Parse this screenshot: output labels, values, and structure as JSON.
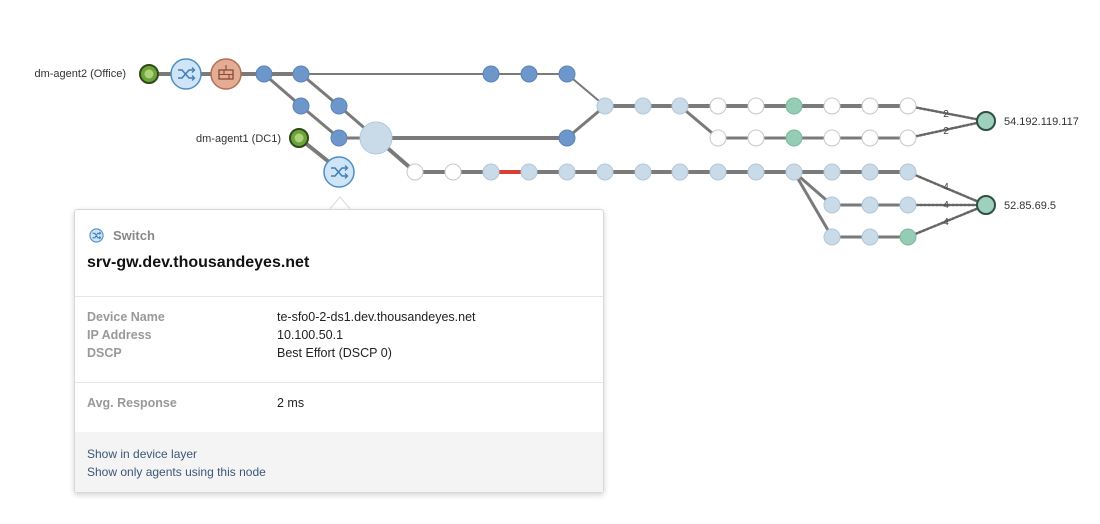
{
  "agents": [
    {
      "label": "dm-agent2 (Office)"
    },
    {
      "label": "dm-agent1 (DC1)"
    }
  ],
  "destinations": [
    {
      "label": "54.192.119.117"
    },
    {
      "label": "52.85.69.5"
    }
  ],
  "path_counts": [
    "2",
    "2",
    "4",
    "4",
    "4"
  ],
  "colors": {
    "agent": "#6ea33b",
    "router_fill": "#cfe4f6",
    "router_stroke": "#4d8fc4",
    "firewall_fill": "#e3ad95",
    "firewall_stroke": "#b46e52",
    "hop_dark": "#6d97cb",
    "hop_light": "#c9dae9",
    "hop_empty": "#ffffff",
    "hop_green": "#95ccb5",
    "destination": "#9fd0bd",
    "link": "#7a7a7a",
    "link_highlight": "#d64035"
  },
  "tooltip": {
    "type": "Switch",
    "type_icon": "switch-icon",
    "title": "srv-gw.dev.thousandeyes.net",
    "fields": [
      {
        "label": "Device Name",
        "value": "te-sfo0-2-ds1.dev.thousandeyes.net"
      },
      {
        "label": "IP Address",
        "value": "10.100.50.1"
      },
      {
        "label": "DSCP",
        "value": "Best Effort (DSCP 0)"
      }
    ],
    "metric": {
      "label": "Avg. Response",
      "value": "2 ms"
    },
    "actions": [
      {
        "label": "Show in device layer"
      },
      {
        "label": "Show only agents using this node"
      }
    ]
  }
}
